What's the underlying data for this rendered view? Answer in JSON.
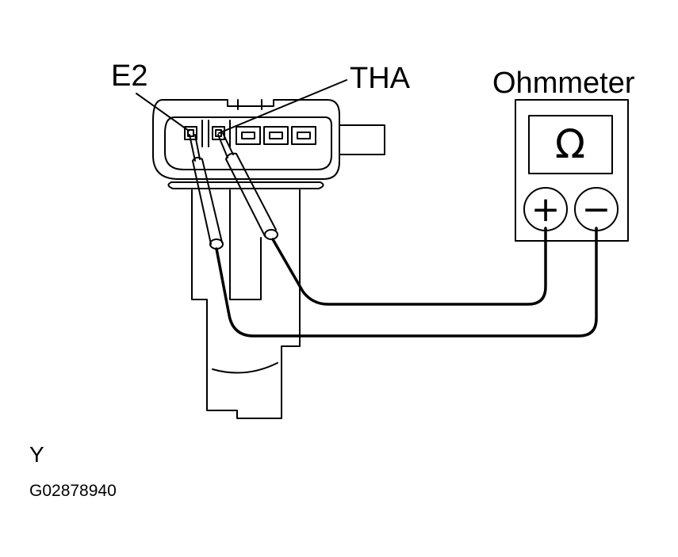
{
  "labels": {
    "e2": "E2",
    "tha": "THA",
    "meter": "Ohmmeter",
    "view": "Y",
    "figure_code": "G02878940"
  },
  "meter": {
    "symbol": "Ω",
    "positive_terminal": "+",
    "negative_terminal": "−"
  },
  "colors": {
    "line": "#000000",
    "background": "#ffffff"
  }
}
